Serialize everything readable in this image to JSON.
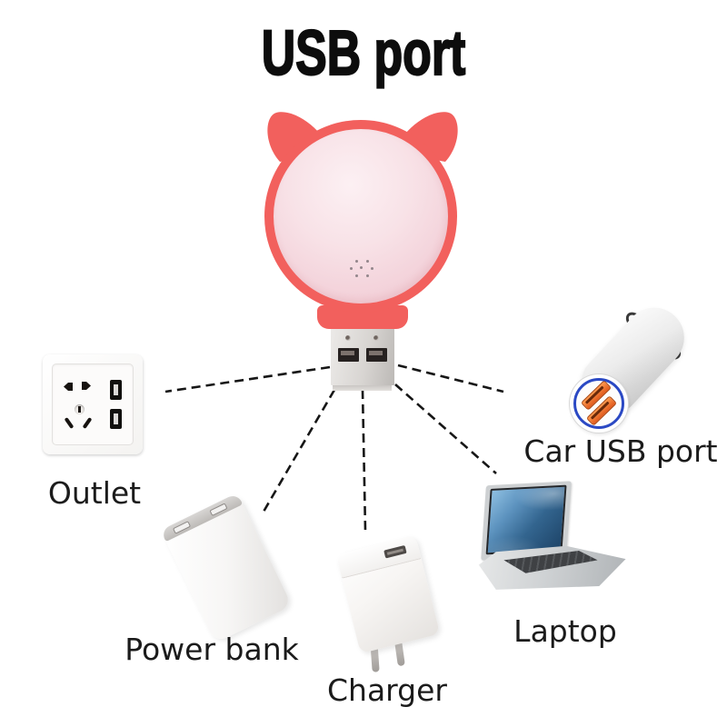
{
  "title": "USB port",
  "product": {
    "name": "cat-ear USB night light",
    "plug_type": "USB-A",
    "shell_color": "#f2605d",
    "light_face_color": "#f6dde2"
  },
  "devices": [
    {
      "id": "outlet",
      "label": "Outlet",
      "icon": "wall-outlet-icon"
    },
    {
      "id": "power-bank",
      "label": "Power bank",
      "icon": "power-bank-icon"
    },
    {
      "id": "charger",
      "label": "Charger",
      "icon": "wall-charger-icon"
    },
    {
      "id": "laptop",
      "label": "Laptop",
      "icon": "laptop-icon"
    },
    {
      "id": "car-usb-port",
      "label": "Car USB port",
      "icon": "car-charger-icon"
    }
  ],
  "connections": [
    {
      "from": "usb-plug",
      "to": "outlet"
    },
    {
      "from": "usb-plug",
      "to": "power-bank"
    },
    {
      "from": "usb-plug",
      "to": "charger"
    },
    {
      "from": "usb-plug",
      "to": "laptop"
    },
    {
      "from": "usb-plug",
      "to": "car-usb-port"
    }
  ],
  "colors": {
    "background": "#ffffff",
    "title_text": "#0d0d0d",
    "label_text": "#1b1b1b",
    "dashed_line": "#161616",
    "shell_red": "#f2605d",
    "face_pink": "#f6dde2",
    "car_ring_blue": "#2b49c4",
    "car_port_orange": "#e8733a",
    "laptop_screen_blue": "#33658f"
  }
}
